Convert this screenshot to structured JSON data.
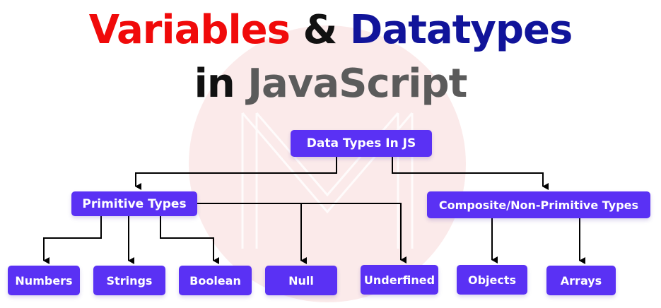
{
  "title": {
    "line1_part1": "Variables",
    "line1_amp": "&",
    "line1_part2": "Datatypes",
    "line2_part1": "in",
    "line2_part2": "JavaScript"
  },
  "colors": {
    "accent_red": "#f00a0a",
    "accent_blue": "#11149a",
    "node_fill": "#5a31f4",
    "connector": "#000000",
    "watermark": "#fbeaea"
  },
  "diagram": {
    "root": "Data Types In JS",
    "primitive": "Primitive Types",
    "composite": "Composite/Non-Primitive Types",
    "primitive_children": [
      "Numbers",
      "Strings",
      "Boolean",
      "Null",
      "Underfined"
    ],
    "composite_children": [
      "Objects",
      "Arrays"
    ]
  }
}
